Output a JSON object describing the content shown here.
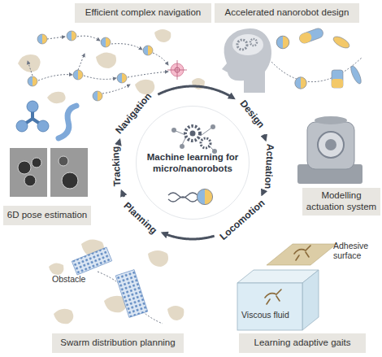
{
  "diagram": {
    "nodes": [
      {
        "text": [
          "Efficient complex navigation"
        ]
      },
      {
        "text": [
          "Accelerated nanorobot design"
        ]
      },
      {
        "text": [
          "Navigation"
        ]
      },
      {
        "text": [
          "Design"
        ]
      },
      {
        "text": [
          "Machine learning for micro/nanorobots"
        ]
      },
      {
        "text": [
          "Tracking"
        ]
      },
      {
        "text": [
          "Actuation"
        ]
      },
      {
        "text": [
          "Modelling actuation system"
        ]
      },
      {
        "text": [
          "6D pose estimation"
        ]
      },
      {
        "text": [
          "Planning"
        ]
      },
      {
        "text": [
          "Locomotion"
        ]
      },
      {
        "text": [
          "Swarm distribution planning"
        ]
      },
      {
        "text": [
          "Learning adaptive gaits"
        ]
      }
    ],
    "edges": [
      {
        "from": 2,
        "to": 3,
        "arrow": "to"
      },
      {
        "from": 3,
        "to": 6,
        "arrow": "to"
      },
      {
        "from": 6,
        "to": 10,
        "arrow": "to"
      },
      {
        "from": 10,
        "to": 9,
        "arrow": "to"
      },
      {
        "from": 9,
        "to": 5,
        "arrow": "to"
      },
      {
        "from": 5,
        "to": 2,
        "arrow": "to"
      }
    ],
    "labels": [
      "Adhesive surface",
      "Viscous fluid",
      "Obstacle"
    ]
  }
}
